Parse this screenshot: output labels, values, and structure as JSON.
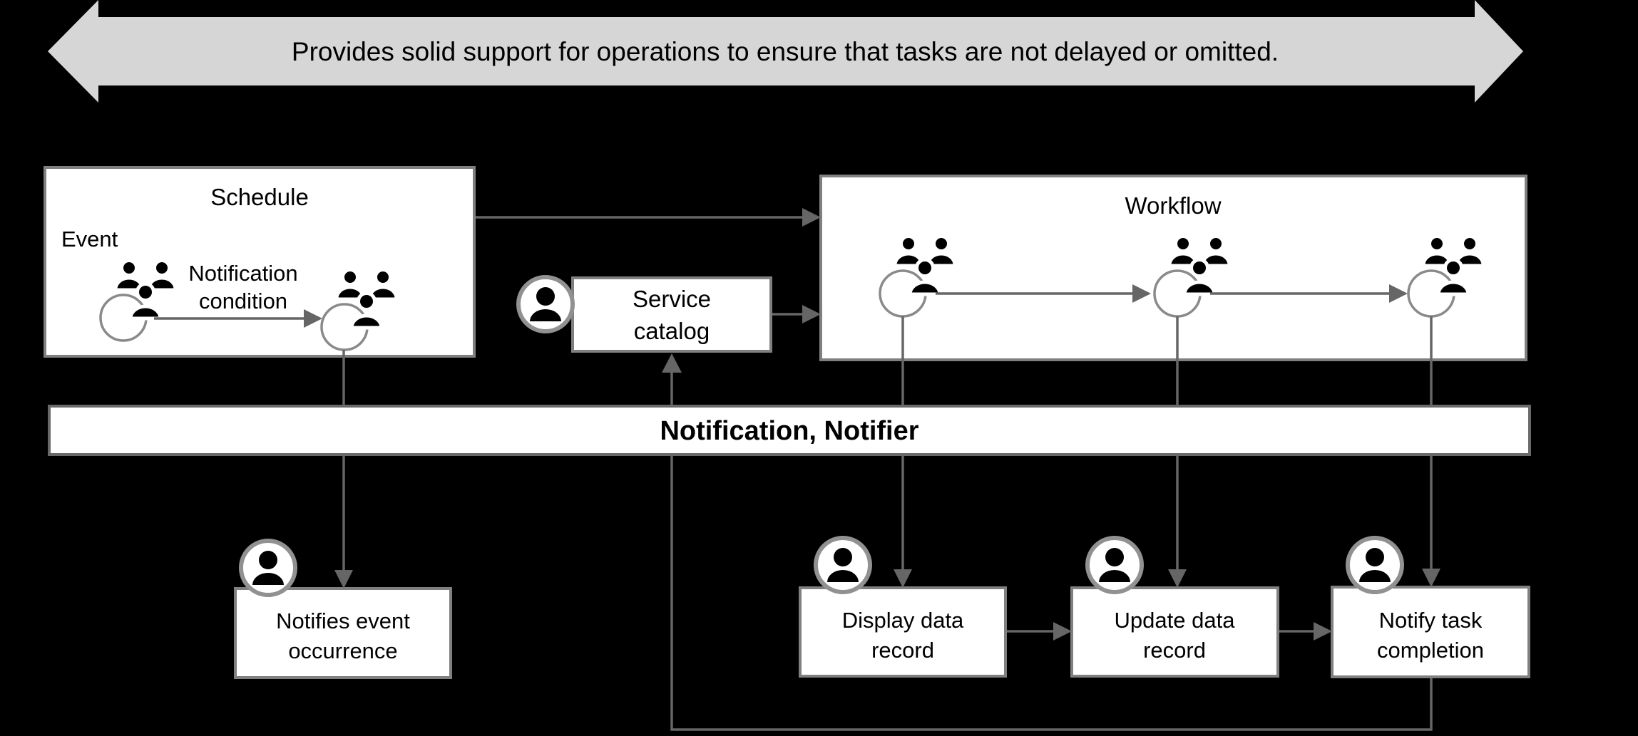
{
  "banner": {
    "text": "Provides solid support for operations to ensure that tasks are not delayed or omitted."
  },
  "schedule": {
    "title": "Schedule",
    "event_label": "Event",
    "transition_label_lines": [
      "Notification",
      "condition"
    ]
  },
  "service_catalog": {
    "label_lines": [
      "Service",
      "catalog"
    ]
  },
  "workflow": {
    "title": "Workflow"
  },
  "notification_bar": {
    "text": "Notification, Notifier"
  },
  "tasks": {
    "notifies_event": {
      "label_lines": [
        "Notifies event",
        "occurrence"
      ]
    },
    "display_data": {
      "label_lines": [
        "Display data",
        "record"
      ]
    },
    "update_data": {
      "label_lines": [
        "Update data",
        "record"
      ]
    },
    "notify_completion": {
      "label_lines": [
        "Notify task",
        "completion"
      ]
    }
  },
  "colors": {
    "background": "#000000",
    "banner_fill": "#d6d6d6",
    "box_fill": "#ffffff",
    "box_border": "#808080",
    "bar_border": "#696969",
    "connector": "#666666",
    "node_circle": "#8a8a8a",
    "icon_ring": "#919191",
    "icon_fill": "#000000",
    "text": "#000000"
  }
}
